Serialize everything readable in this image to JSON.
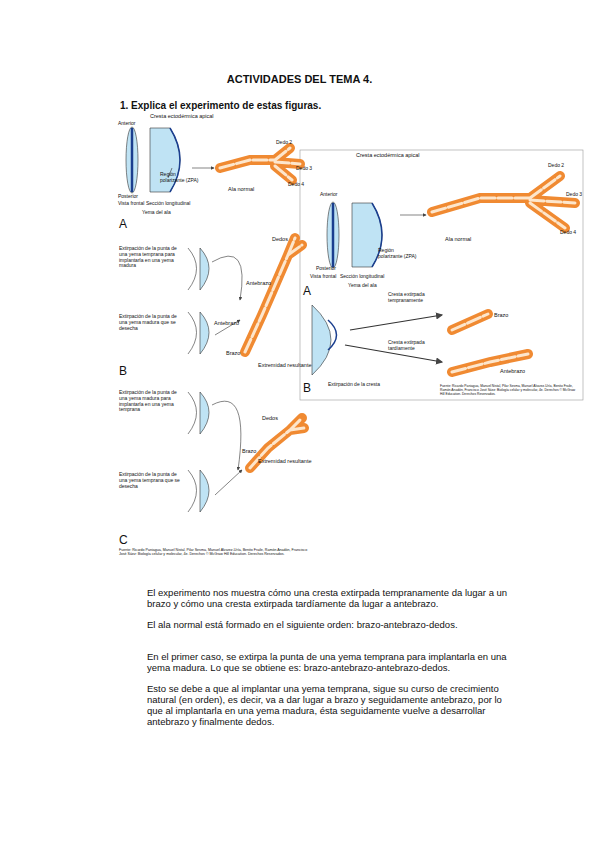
{
  "diagram": {
    "title": "ACTIVIDADES DEL TEMA 4.",
    "labels": [
      "1. Explica el experimento de estas figuras.",
      "Cresta ectodérmica apical",
      "Anterior",
      "Posterior",
      "Región polarizante (ZPA)",
      "Vista frontal",
      "Sección longitudinal",
      "Yema del ala",
      "Ala normal",
      "Dedo 2",
      "Dedo 3",
      "Dedo 4",
      "A",
      "Extirpación de la punta de una yema temprana para implantarla en una yema madura",
      "Extirpación de la punta de una yema madura que se desecha",
      "Dedos",
      "Antebrazo",
      "Antebrazo",
      "Brazo",
      "Extremidad resultante",
      "B",
      "Extirpación de la punta de una yema madura para implantarla en una yema temprana",
      "Extirpación de la punta de una yema temprana que se desecha",
      "Dedos",
      "Brazo",
      "Extremidad resultante",
      "C",
      "Fuente: Ricardo Paniagua, Manuel Nistal, Pilar Sesma, Manuel Álvarez-Uría, Benito Fraile, Ramón Anadón, Francisco José Sáez: Biología celular y molecular, 4e. Derechos © McGraw Hill Education. Derechos Reservados.",
      "Cresta ectodérmica apical",
      "Anterior",
      "Posterior",
      "Región polarizante (ZPA)",
      "Vista frontal",
      "Sección longitudinal",
      "Yema del ala",
      "Ala normal",
      "Dedo 2",
      "Dedo 3",
      "Dedo 4",
      "A",
      "Cresta extirpada tempranamente",
      "Brazo",
      "Cresta extirpada tardíamente",
      "Antebrazo",
      "Extirpación de la cresta",
      "B",
      "Fuente: Ricardo Paniagua, Manuel Nistal, Pilar Sesma, Manuel Álvarez-Uría, Benito Fraile, Ramón Anadón, Francisco José Sáez: Biología celular y molecular, 4e. Derechos © McGraw Hill Education. Derechos Reservados.",
      "El experimento nos muestra cómo una cresta extirpada tempranamente da lugar a un brazo y cómo una cresta extirpada tardíamente da lugar a antebrazo.",
      "El ala normal está formado en el siguiente orden: brazo-antebrazo-dedos.",
      "En el primer caso, se extirpa la punta de una yema temprana para implantarla en una yema madura. Lo que se obtiene es: brazo-antebrazo-antebrazo-dedos.",
      "Esto se debe a que al implantar una yema temprana, sigue su curso de crecimiento natural (en orden), es decir, va a dar lugar a brazo y seguidamente antebrazo, por lo que al implantarla en una yema madura, ésta seguidamente vuelve a desarrollar antebrazo y finalmente dedos."
    ]
  }
}
